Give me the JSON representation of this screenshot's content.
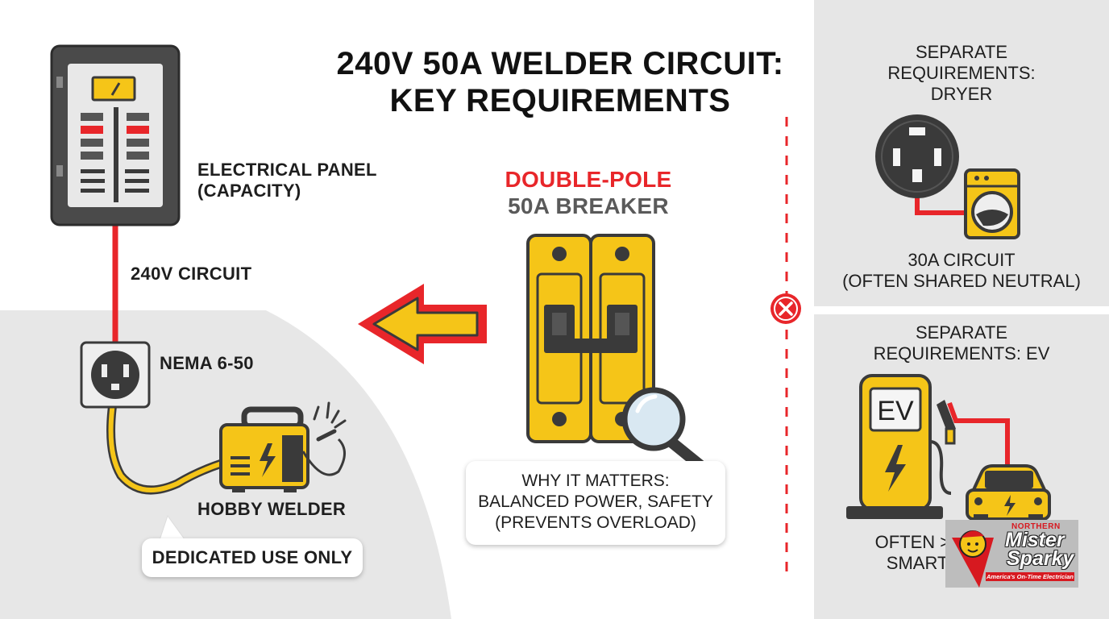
{
  "title": {
    "line1": "240V 50A WELDER CIRCUIT:",
    "line2": "KEY REQUIREMENTS"
  },
  "left": {
    "panel_label_line1": "ELECTRICAL PANEL",
    "panel_label_line2": "(CAPACITY)",
    "circuit_label": "240V CIRCUIT",
    "receptacle_label": "NEMA 6-50",
    "welder_label": "HOBBY WELDER",
    "dedicated_note": "DEDICATED USE ONLY"
  },
  "center": {
    "breaker_heading_line1": "DOUBLE-POLE",
    "breaker_heading_line2": "50A BREAKER",
    "why_line1": "WHY IT MATTERS:",
    "why_line2": "BALANCED POWER, SAFETY",
    "why_line3": "(PREVENTS OVERLOAD)"
  },
  "right": {
    "dryer_heading_line1": "SEPARATE",
    "dryer_heading_line2": "REQUIREMENTS:",
    "dryer_heading_line3": "DRYER",
    "dryer_caption_line1": "30A CIRCUIT",
    "dryer_caption_line2": "(OFTEN SHARED NEUTRAL)",
    "ev_heading_line1": "SEPARATE",
    "ev_heading_line2": "REQUIREMENTS: EV",
    "ev_station_text": "EV",
    "ev_caption_line1": "OFTEN >50A,",
    "ev_caption_line2": "SMART FE"
  },
  "logo": {
    "line1": "NORTHERN",
    "line2": "Mister",
    "line3": "Sparky",
    "tagline": "America's On-Time Electrician"
  },
  "colors": {
    "accent_red": "#e8262a",
    "yellow": "#f5c518",
    "dark": "#3a3a3a",
    "panel_gray": "#e6e6e6"
  }
}
